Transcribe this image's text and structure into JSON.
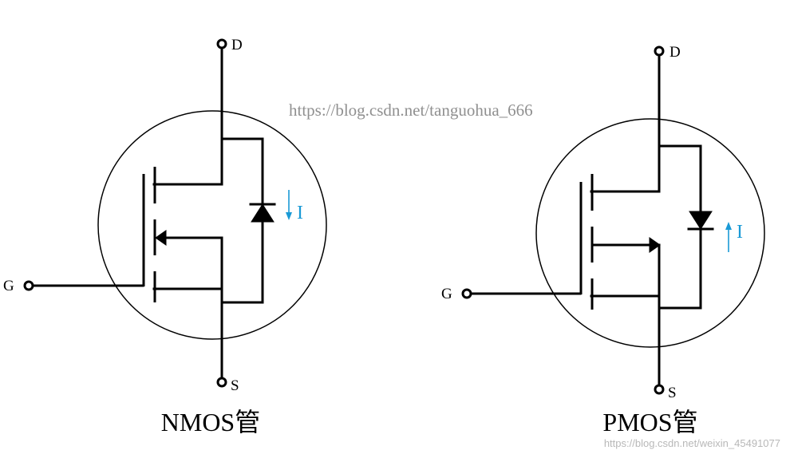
{
  "watermark": "https://blog.csdn.net/tanguohua_666",
  "corner_watermark": "https://blog.csdn.net/weixin_45491077",
  "nmos": {
    "title": "NMOS管",
    "drain": "D",
    "source": "S",
    "gate": "G",
    "current": "I"
  },
  "pmos": {
    "title": "PMOS管",
    "drain": "D",
    "source": "S",
    "gate": "G",
    "current": "I"
  },
  "colors": {
    "line": "#000000",
    "current": "#1a9ad6",
    "watermark": "#909090"
  }
}
